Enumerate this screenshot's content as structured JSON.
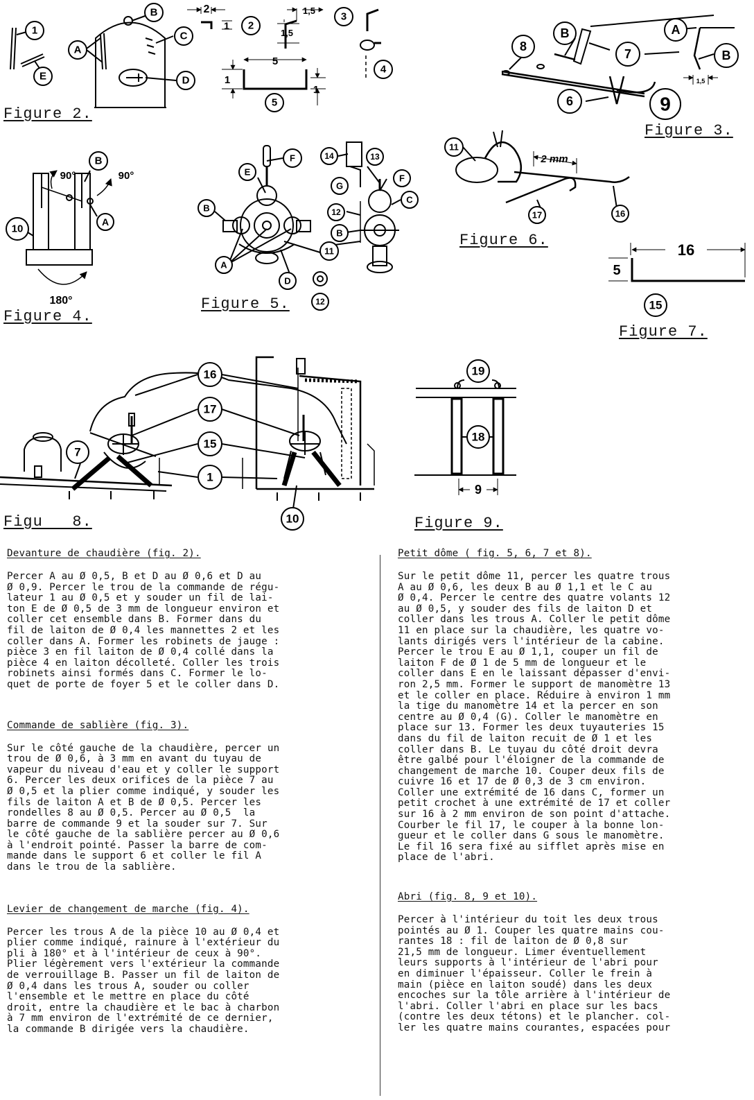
{
  "figures": {
    "fig2_caption": "Figure 2.",
    "fig3_caption": "Figure 3.",
    "fig4_caption": "Figure 4.",
    "fig5_caption": "Figure 5.",
    "fig6_caption": "Figure 6.",
    "fig7_caption": "Figure 7.",
    "fig8_caption": "Figu   8.",
    "fig9_caption": "Figure 9.",
    "dims": {
      "d2": "2",
      "d1a": "1",
      "d15a": "1,5",
      "d15b": "1,5",
      "d5": "5",
      "d1b": "1",
      "d1c": "1",
      "d15c": "1,5",
      "d90l": "90°",
      "d90r": "90°",
      "d180": "180°",
      "d2mm": "2 mm",
      "d16": "16",
      "d5b": "5",
      "d9": "9"
    },
    "labels": {
      "A": "A",
      "B": "B",
      "C": "C",
      "D": "D",
      "E": "E",
      "F": "F",
      "G": "G",
      "n1": "1",
      "n2": "2",
      "n3": "3",
      "n4": "4",
      "n5": "5",
      "n6": "6",
      "n7": "7",
      "n8": "8",
      "n9": "9",
      "n10": "10",
      "n11": "11",
      "n12": "12",
      "n13": "13",
      "n14": "14",
      "n15": "15",
      "n16": "16",
      "n17": "17",
      "n18": "18",
      "n19": "19"
    }
  },
  "left_column": {
    "s1_title": "Devanture de chaudière (fig. 2).",
    "s1_body": "Percer A au Ø 0,5, B et D au Ø 0,6 et D au\nØ 0,9. Percer le trou de la commande de régu-\nlateur 1 au Ø 0,5 et y souder un fil de lai-\nton E de Ø 0,5 de 3 mm de longueur environ et\ncoller cet ensemble dans B. Former dans du\nfil de laiton de Ø 0,4 les mannettes 2 et les\ncoller dans A. Former les robinets de jauge :\npièce 3 en fil laiton de Ø 0,4 collé dans la\npièce 4 en laiton décolleté. Coller les trois\nrobinets ainsi formés dans C. Former le lo-\nquet de porte de foyer 5 et le coller dans D.",
    "s2_title": "Commande de sablière (fig. 3).",
    "s2_body": "Sur le côté gauche de la chaudière, percer un\ntrou de Ø 0,6, à 3 mm en avant du tuyau de\nvapeur du niveau d'eau et y coller le support\n6. Percer les deux orifices de la pièce 7 au\nØ 0,5 et la plier comme indiqué, y souder les\nfils de laiton A et B de Ø 0,5. Percer les\nrondelles 8 au Ø 0,5. Percer au Ø 0,5  la\nbarre de commande 9 et la souder sur 7. Sur\nle côté gauche de la sablière percer au Ø 0,6\nà l'endroit pointé. Passer la barre de com-\nmande dans le support 6 et coller le fil A\ndans le trou de la sablière.",
    "s3_title": "Levier de changement de marche (fig. 4).",
    "s3_body": "Percer les trous A de la pièce 10 au Ø 0,4 et\nplier comme indiqué, rainure à l'extérieur du\npli à 180° et à l'intérieur de ceux à 90°.\nPlier légèrement vers l'extérieur la commande\nde verrouillage B. Passer un fil de laiton de\nØ 0,4 dans les trous A, souder ou coller\nl'ensemble et le mettre en place du côté\ndroit, entre la chaudière et le bac à charbon\nà 7 mm environ de l'extrémité de ce dernier,\nla commande B dirigée vers la chaudière."
  },
  "right_column": {
    "s4_title": "Petit dôme ( fig. 5, 6, 7 et 8).",
    "s4_body": "Sur le petit dôme 11, percer les quatre trous\nA au Ø 0,6, les deux B au Ø 1,1 et le C au\nØ 0,4. Percer le centre des quatre volants 12\nau Ø 0,5, y souder des fils de laiton D et\ncoller dans les trous A. Coller le petit dôme\n11 en place sur la chaudière, les quatre vo-\nlants dirigés vers l'intérieur de la cabine.\nPercer le trou E au Ø 1,1, couper un fil de\nlaiton F de Ø 1 de 5 mm de longueur et le\ncoller dans E en le laissant dépasser d'envi-\nron 2,5 mm. Former le support de manomètre 13\net le coller en place. Réduire à environ 1 mm\nla tige du manomètre 14 et la percer en son\ncentre au Ø 0,4 (G). Coller le manomètre en\nplace sur 13. Former les deux tuyauteries 15\ndans du fil de laiton recuit de Ø 1 et les\ncoller dans B. Le tuyau du côté droit devra\nêtre galbé pour l'éloigner de la commande de\nchangement de marche 10. Couper deux fils de\ncuivre 16 et 17 de Ø 0,3 de 3 cm environ.\nColler une extrémité de 16 dans C, former un\npetit crochet à une extrémité de 17 et coller\nsur 16 à 2 mm environ de son point d'attache.\nCourber le fil 17, le couper à la bonne lon-\ngueur et le coller dans G sous le manomètre.\nLe fil 16 sera fixé au sifflet après mise en\nplace de l'abri.",
    "s5_title": "Abri (fig. 8, 9 et 10).",
    "s5_body": "Percer à l'intérieur du toit les deux trous\npointés au Ø 1. Couper les quatre mains cou-\nrantes 18 : fil de laiton de Ø 0,8 sur\n21,5 mm de longueur. Limer éventuellement\nleurs supports à l'intérieur de l'abri pour\nen diminuer l'épaisseur. Coller le frein à\nmain (pièce en laiton soudé) dans les deux\nencoches sur la tôle arrière à l'intérieur de\nl'abri. Coller l'abri en place sur les bacs\n(contre les deux tétons) et le plancher. col-\nler les quatre mains courantes, espacées pour"
  }
}
